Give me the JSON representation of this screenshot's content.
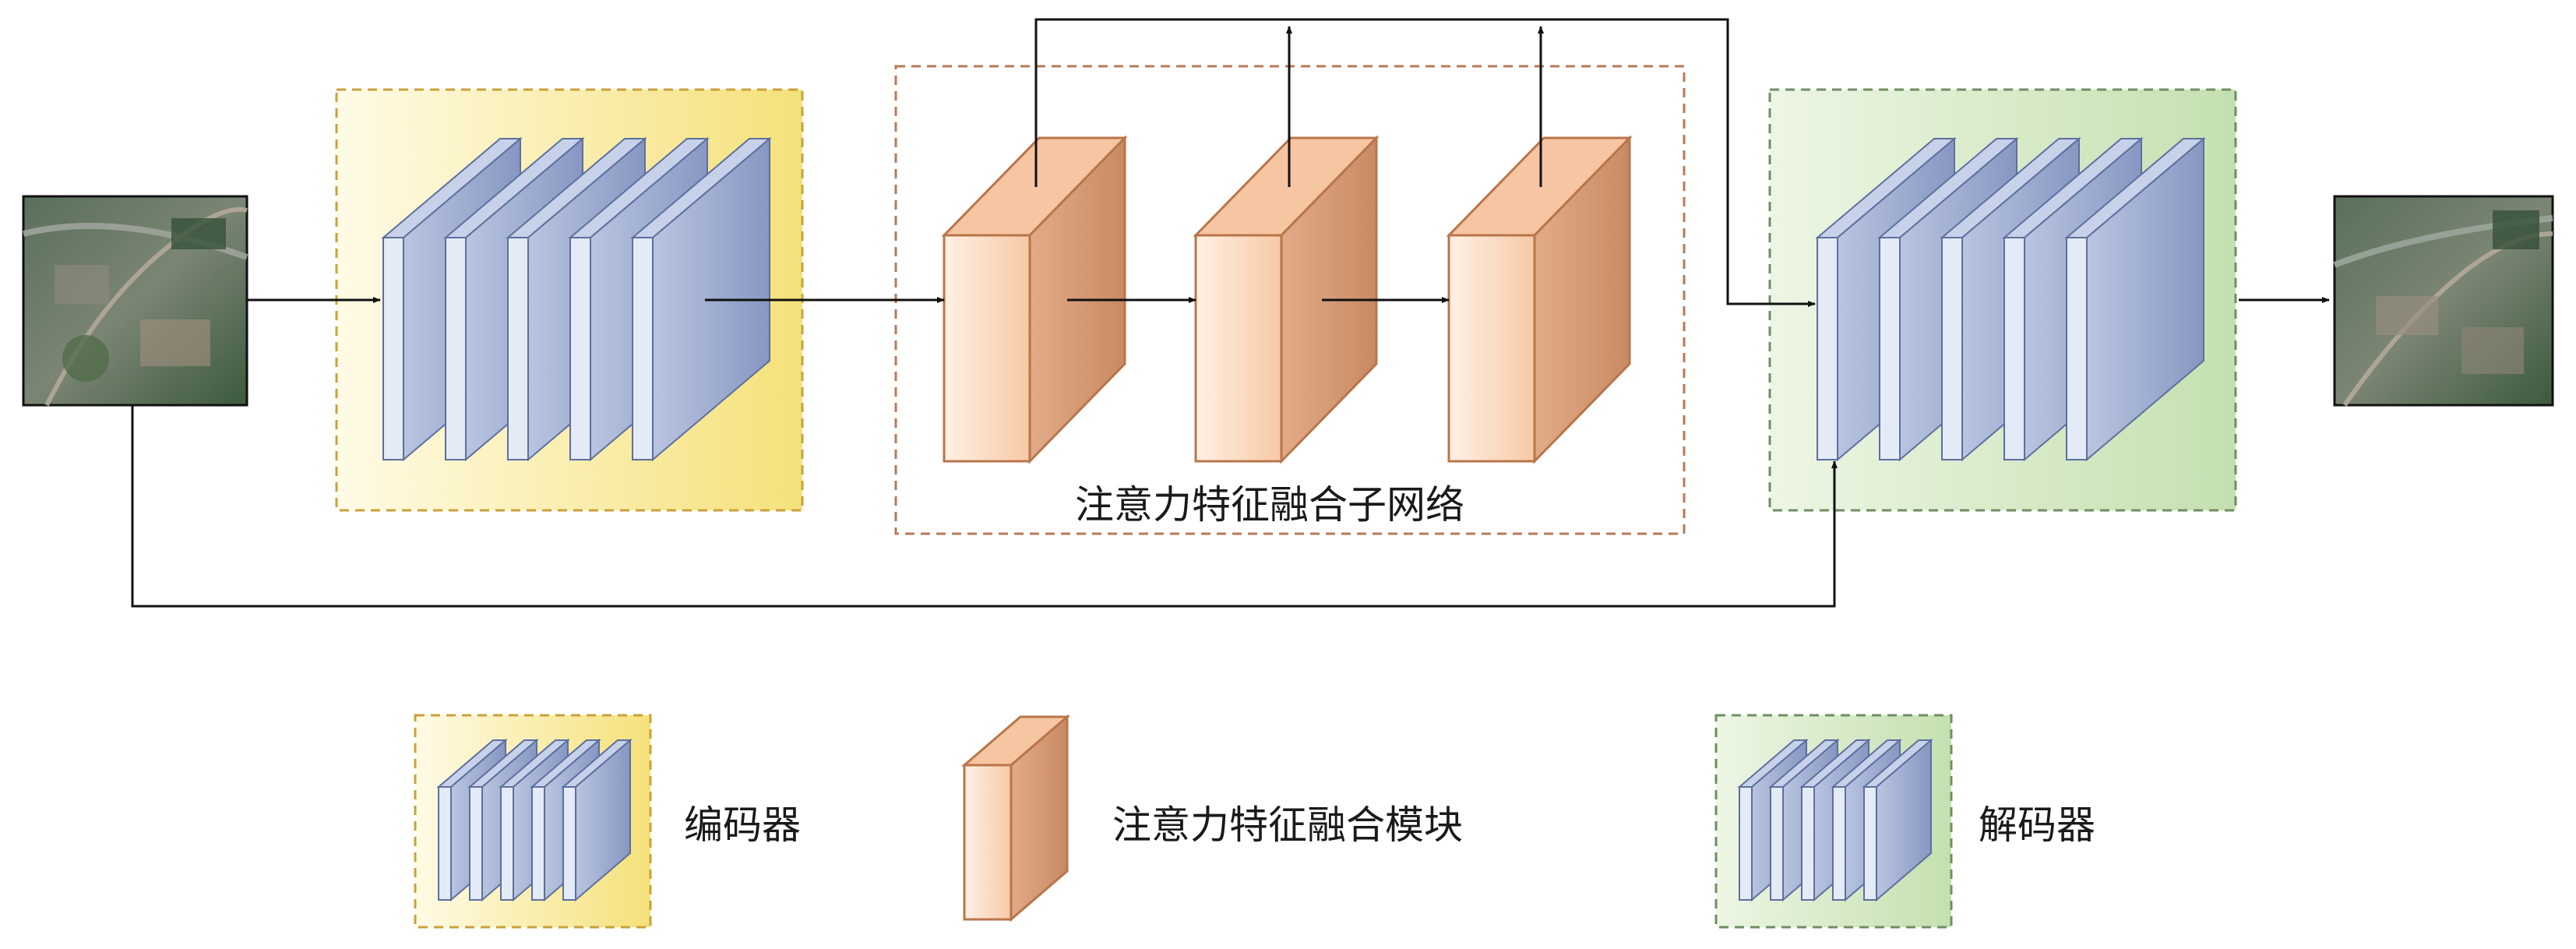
{
  "network": {
    "subnet_label": "注意力特征融合子网络"
  },
  "legend": {
    "encoder_label": "编码器",
    "attention_module_label": "注意力特征融合模块",
    "decoder_label": "解码器"
  },
  "colors": {
    "encoder_fill_start": "#fffbe6",
    "encoder_fill_end": "#f5e17a",
    "encoder_border": "#c9a23a",
    "decoder_fill_start": "#edf6e4",
    "decoder_fill_end": "#c4e0b0",
    "decoder_border": "#6f8f62",
    "subnet_border": "#b87a57",
    "layer_front": "#e4ebf7",
    "layer_side": "#9aa9ce",
    "layer_stroke": "#5d6f9e",
    "cube_front": "#fcdcc4",
    "cube_side": "#d69a77",
    "cube_stroke": "#b9754a",
    "arrow": "#111111"
  },
  "icons": {
    "input_image": "aerial-image-icon",
    "output_image": "aerial-image-icon"
  }
}
